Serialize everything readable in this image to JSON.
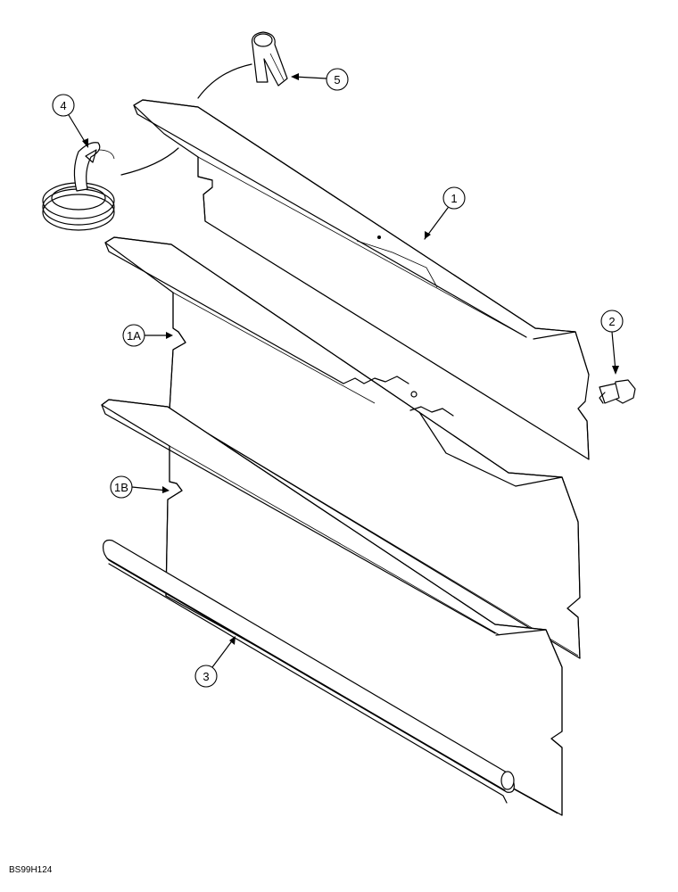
{
  "callouts": {
    "c1": "1",
    "c1a": "1A",
    "c1b": "1B",
    "c2": "2",
    "c3": "3",
    "c4": "4",
    "c5": "5"
  },
  "figure_code": "BS99H124"
}
